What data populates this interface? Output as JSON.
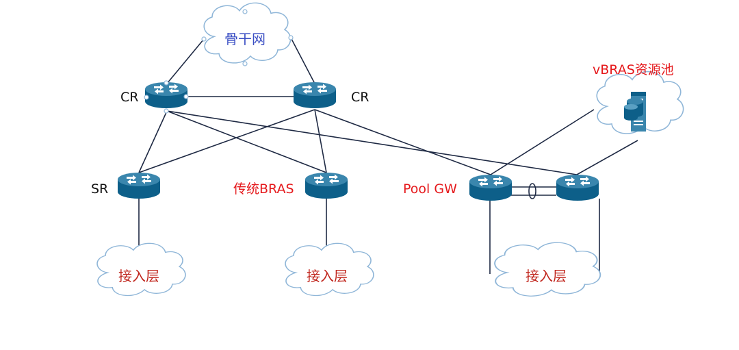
{
  "colors": {
    "link": "#1f2a44",
    "router_top": "#3a86ad",
    "router_side": "#0d5f89",
    "cloud_stroke": "#8fb6d8",
    "black_label": "#111111",
    "red_label": "#e5191c",
    "blue_label": "#3b4fc4",
    "access_label": "#c0251c"
  },
  "icons": {
    "router": "router-icon",
    "cloud": "cloud-icon",
    "server": "server-icon",
    "link_aggregation": "link-aggregation-icon"
  },
  "labels": {
    "core_left": "CR",
    "core_right": "CR",
    "sr": "SR",
    "traditional_bras": "传统BRAS",
    "pool_gw": "Pool GW",
    "vbras_pool": "vBRAS资源池"
  },
  "clouds": {
    "backbone": "骨干网",
    "access_1": "接入层",
    "access_2": "接入层",
    "access_3": "接入层"
  }
}
